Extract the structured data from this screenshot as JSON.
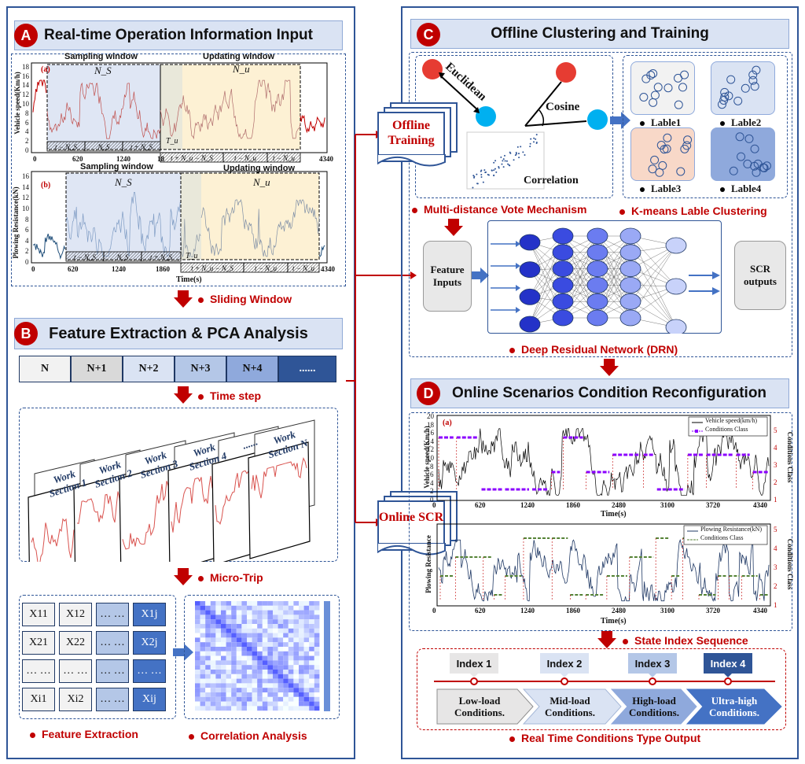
{
  "panel_a": {
    "badge": "A",
    "title": "Real-time Operation Information Input",
    "chart_a": {
      "tag": "(a)",
      "ylabel": "Vehicle speed(Km/h)",
      "yticks": [
        "0",
        "2",
        "4",
        "6",
        "8",
        "10",
        "12",
        "14",
        "16",
        "18"
      ],
      "xticks": [
        "0",
        "620",
        "1240",
        "18",
        "4340"
      ],
      "sampling_label": "Sampling window",
      "updating_label": "Updating window",
      "ns": "N_S",
      "nu": "N_u",
      "tu": "T_u",
      "seg_left": [
        "t − N_S",
        "N_S",
        "t + N_S"
      ],
      "seg_right": [
        "t + N_u − N_S",
        "t − N_u",
        "t − N_u"
      ]
    },
    "chart_b": {
      "tag": "(b)",
      "ylabel": "Plowing Resistance(kN)",
      "yticks": [
        "0",
        "2",
        "4",
        "6",
        "8",
        "10",
        "12",
        "14",
        "16"
      ],
      "xticks": [
        "0",
        "620",
        "1240",
        "1860",
        "4340"
      ],
      "sampling_label": "Sampling window",
      "updating_label": "Updating window",
      "ns": "N_S",
      "nu": "N_u",
      "tu": "T_u",
      "seg_left": [
        "t − N_S",
        "N_S",
        "t + N_S"
      ],
      "seg_right": [
        "t + N_u − N_S",
        "t − N_u",
        "t − N_u"
      ],
      "xlabel": "Time(s)"
    },
    "arrow_note": "Sliding Window"
  },
  "panel_b": {
    "badge": "B",
    "title": "Feature Extraction & PCA Analysis",
    "steps": [
      "N",
      "N+1",
      "N+2",
      "N+3",
      "N+4",
      "......"
    ],
    "time_step_note": "Time step",
    "sections": [
      "Work Section 1",
      "Work Section 2",
      "Work Section 3",
      "Work Section 4",
      "......",
      "Work Section N"
    ],
    "micro_trip_note": "Micro-Trip",
    "matrix": [
      [
        "X11",
        "X12",
        "… …",
        "X1j"
      ],
      [
        "X21",
        "X22",
        "… …",
        "X2j"
      ],
      [
        "… …",
        "… …",
        "… …",
        "… …"
      ],
      [
        "Xi1",
        "Xi2",
        "… …",
        "Xij"
      ]
    ],
    "feature_note": "Feature Extraction",
    "correlation_note": "Correlation Analysis"
  },
  "panel_c": {
    "badge": "C",
    "title": "Offline Clustering and Training",
    "euclidean": "Euclidean",
    "cosine": "Cosine",
    "correlation": "Correlation",
    "labels": [
      "Lable1",
      "Lable2",
      "Lable3",
      "Lable4"
    ],
    "vote_note": "Multi-distance Vote Mechanism",
    "kmeans_note": "K-means Lable  Clustering",
    "feature_inputs": "Feature Inputs",
    "scr_outputs": "SCR outputs",
    "drn_note": "Deep Residual Network (DRN)",
    "offline_training": "Offline Training",
    "online_scr": "Online SCR"
  },
  "panel_d": {
    "badge": "D",
    "title": "Online Scenarios Condition Reconfiguration",
    "chart_a": {
      "tag": "(a)",
      "ylabel": "Vehicle speed(Km/h)",
      "ylabel2": "Conditions Class",
      "yticks": [
        "0",
        "2",
        "4",
        "6",
        "8",
        "10",
        "12",
        "14",
        "16",
        "18",
        "20"
      ],
      "y2ticks": [
        "1",
        "2",
        "3",
        "4",
        "5"
      ],
      "xticks": [
        "0",
        "620",
        "1240",
        "1860",
        "2480",
        "3100",
        "3720",
        "4340"
      ],
      "xlabel": "Time(s)",
      "legend": [
        "Vehicle speed(km/h)",
        "Conditions Class"
      ]
    },
    "chart_b": {
      "ylabel": "Plowing Resistance",
      "ylabel2": "Conditions Class",
      "y2ticks": [
        "1",
        "2",
        "3",
        "4",
        "5"
      ],
      "xticks": [
        "0",
        "620",
        "1240",
        "1860",
        "2480",
        "3100",
        "3720",
        "4340"
      ],
      "xlabel": "Time(s)",
      "legend": [
        "Plowing Resistance(kN)",
        "Conditions Class"
      ]
    },
    "state_note": "State Index Sequence",
    "indices": [
      "Index 1",
      "Index 2",
      "Index 3",
      "Index 4"
    ],
    "conditions": [
      "Low-load Conditions.",
      "Mid-load Conditions.",
      "High-load Conditions.",
      "Ultra-high Conditions."
    ],
    "output_note": "Real Time Conditions Type Output"
  },
  "colors": {
    "frame": "#2f5597",
    "header_fill": "#dae3f3",
    "accent_red": "#c00000",
    "speed_line": "#c0504d",
    "resistance_line": "#7f9cc4",
    "class_purple": "#8b00ff",
    "class_green": "#548235"
  }
}
